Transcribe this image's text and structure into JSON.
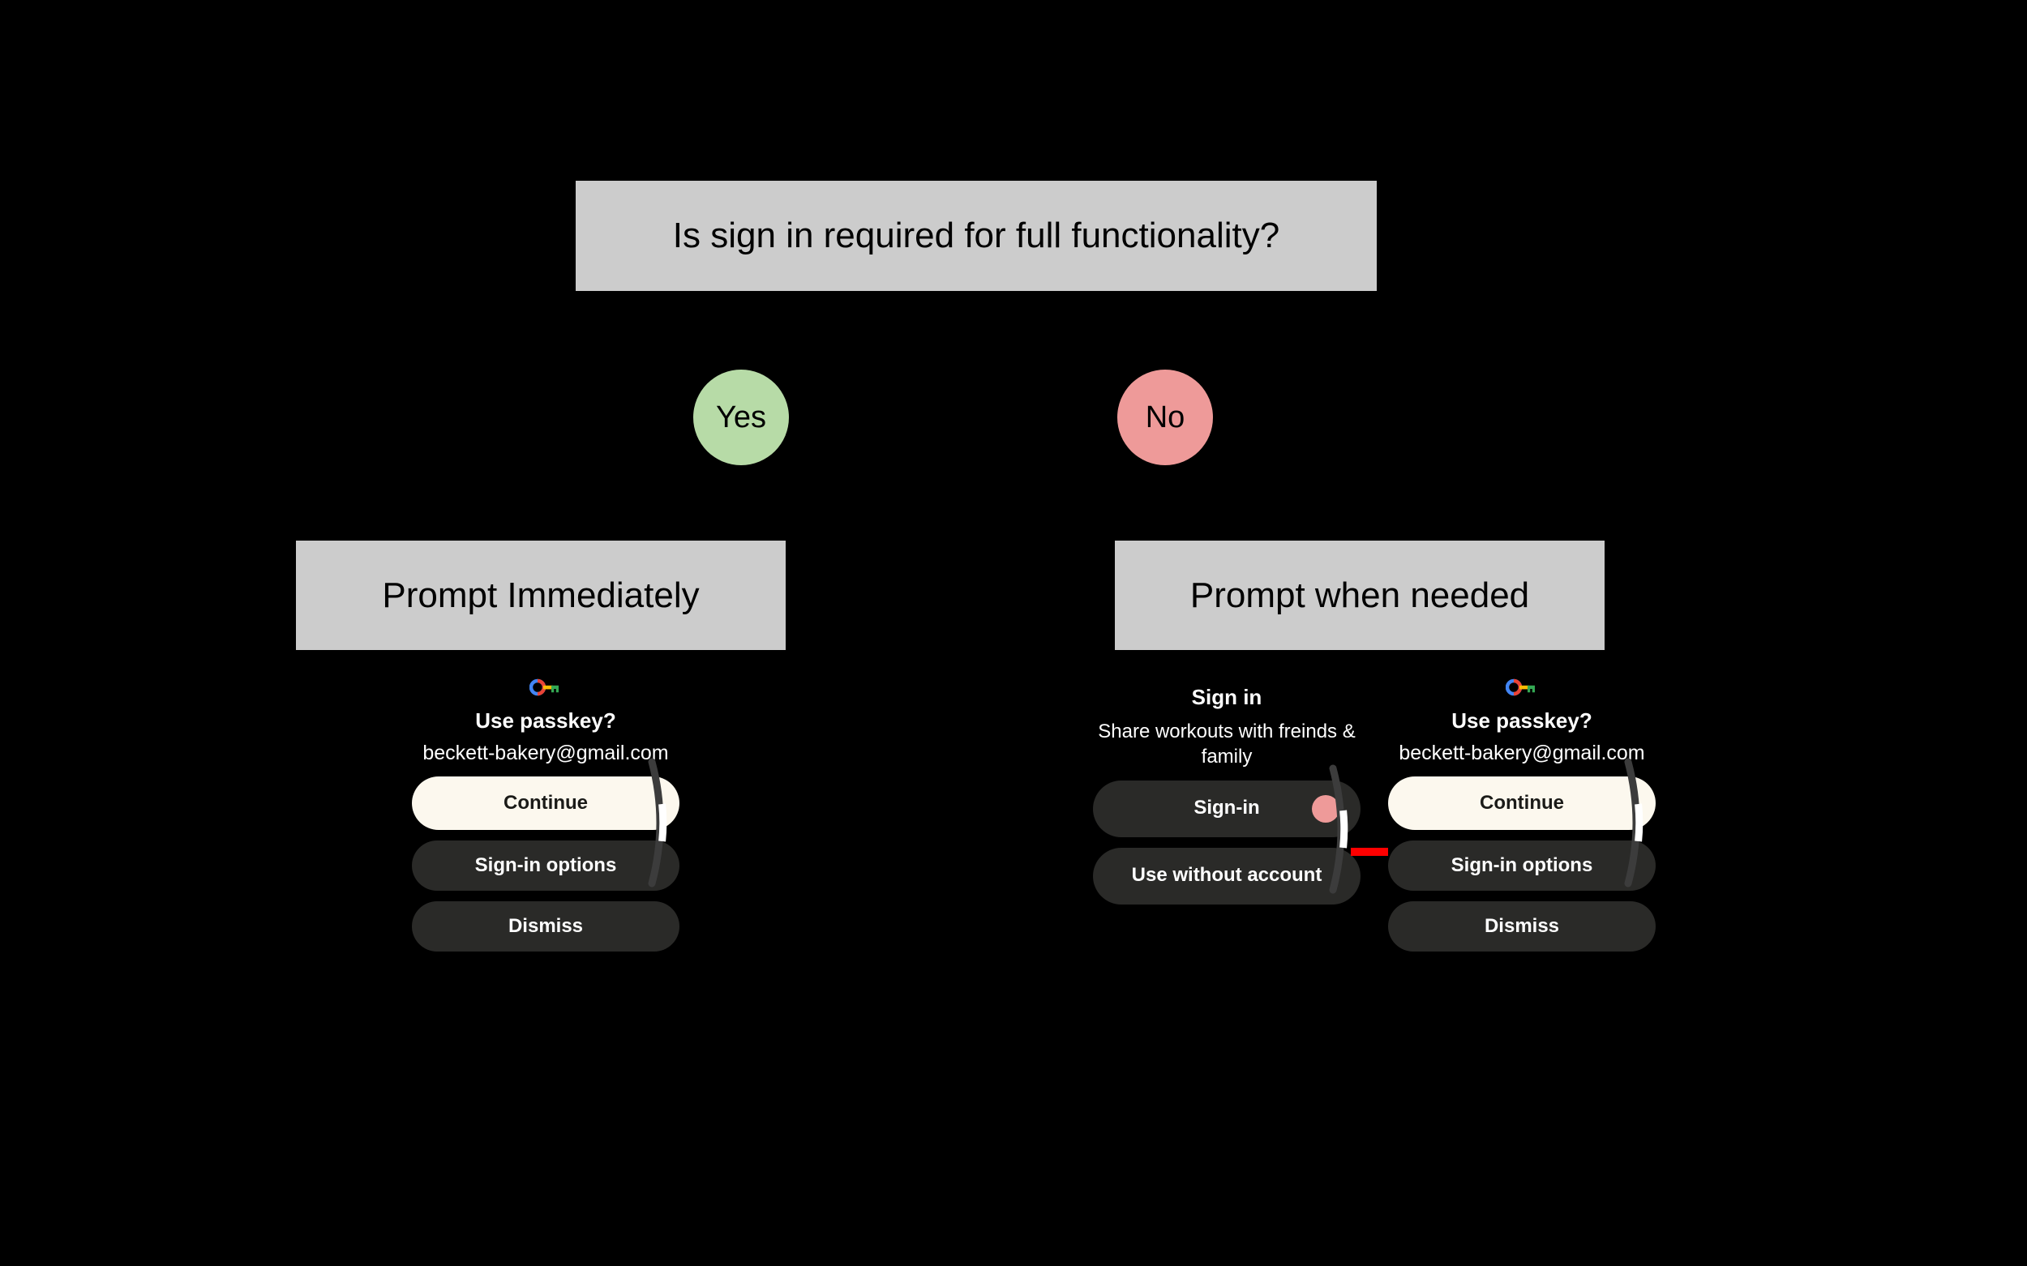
{
  "flowchart": {
    "question": "Is sign in required for full functionality?",
    "branches": [
      {
        "label": "Yes",
        "color": "#B7DBA7",
        "outcome": "Prompt Immediately"
      },
      {
        "label": "No",
        "color": "#EE9A99",
        "outcome": "Prompt when needed"
      }
    ],
    "outcome_left": "Prompt Immediately",
    "outcome_right": "Prompt when needed"
  },
  "mockups": {
    "passkey_left": {
      "icon": "google-passkey-icon",
      "title": "Use passkey?",
      "subtitle": "beckett-bakery@gmail.com",
      "buttons": [
        {
          "label": "Continue",
          "style": "primary"
        },
        {
          "label": "Sign-in options",
          "style": "secondary"
        },
        {
          "label": "Dismiss",
          "style": "secondary"
        }
      ]
    },
    "signin_mid": {
      "title": "Sign in",
      "subtitle": "Share workouts with freinds & family",
      "buttons": [
        {
          "label": "Sign-in",
          "style": "secondary",
          "dot": "#EE9A99"
        },
        {
          "label": "Use without account",
          "style": "secondary"
        }
      ]
    },
    "passkey_right": {
      "icon": "google-passkey-icon",
      "title": "Use passkey?",
      "subtitle": "beckett-bakery@gmail.com",
      "buttons": [
        {
          "label": "Continue",
          "style": "primary"
        },
        {
          "label": "Sign-in options",
          "style": "secondary"
        },
        {
          "label": "Dismiss",
          "style": "secondary"
        }
      ]
    }
  },
  "annotation": {
    "arrow_color": "#FF0000",
    "direction": "right"
  },
  "colors": {
    "background": "#000000",
    "box_fill": "#CCCCCC",
    "yes_fill": "#B7DBA7",
    "no_fill": "#EE9A99",
    "primary_button": "#FCF8EE",
    "secondary_button": "#2A2A28",
    "arrow": "#FF0000"
  }
}
